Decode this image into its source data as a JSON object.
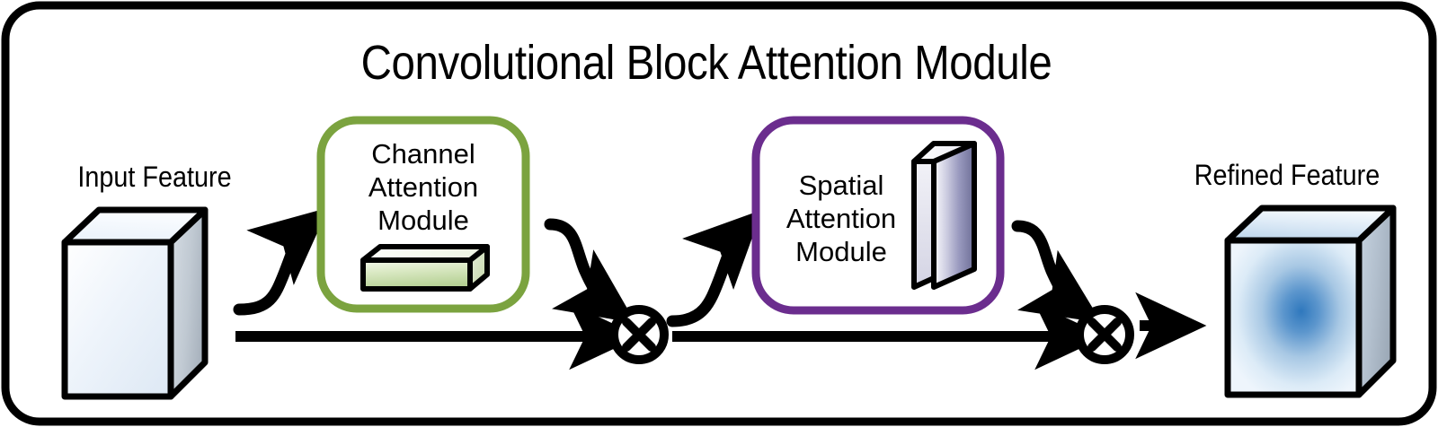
{
  "diagram": {
    "title": "Convolutional Block Attention Module",
    "type": "block-diagram",
    "container": {
      "border_color": "#000000",
      "border_width": 9,
      "corner_radius": 38,
      "fill": "#ffffff"
    },
    "nodes": [
      {
        "id": "input-feature",
        "label": "Input Feature",
        "shape": "cube-3d",
        "fill_description": "light blue-white gradient",
        "colors": {
          "face": "#eef4fb",
          "top": "#f4f8fd",
          "side": "#b9c3cc",
          "outline": "#000000"
        }
      },
      {
        "id": "channel-attention-module",
        "label": "Channel\nAttention\nModule",
        "label_lines": [
          "Channel",
          "Attention",
          "Module"
        ],
        "shape": "rounded-rect",
        "accent_color": "#7ba33f",
        "icon": "channel-vector-3d-bar",
        "icon_colors": {
          "face_start": "#f2f7e9",
          "face_end": "#b9d398",
          "outline": "#000000"
        }
      },
      {
        "id": "spatial-attention-module",
        "label": "Spatial\nAttention\nModule",
        "label_lines": [
          "Spatial",
          "Attention",
          "Module"
        ],
        "shape": "rounded-rect",
        "accent_color": "#6b2d8e",
        "icon": "spatial-map-3d-slab",
        "icon_colors": {
          "face_start": "#f6f6fa",
          "face_mid": "#9a9ac0",
          "face_end": "#6f7099",
          "outline": "#000000"
        }
      },
      {
        "id": "refined-feature",
        "label": "Refined Feature",
        "shape": "cube-3d",
        "fill_description": "blue radial gradient highlight at center",
        "colors": {
          "face_outer": "#dfeaf6",
          "face_center": "#3a7fc0",
          "top": "#d7e5f3",
          "side": "#aebccb",
          "outline": "#000000"
        }
      }
    ],
    "operators": [
      {
        "id": "multiply-1",
        "symbol": "⊗",
        "name": "element-wise-multiplication"
      },
      {
        "id": "multiply-2",
        "symbol": "⊗",
        "name": "element-wise-multiplication"
      }
    ],
    "edges": [
      {
        "from": "input-feature",
        "to": "channel-attention-module",
        "style": "curved-arrow"
      },
      {
        "from": "input-feature",
        "to": "multiply-1",
        "style": "straight-arrow"
      },
      {
        "from": "channel-attention-module",
        "to": "multiply-1",
        "style": "curved-arrow"
      },
      {
        "from": "multiply-1",
        "to": "spatial-attention-module",
        "style": "curved-arrow"
      },
      {
        "from": "multiply-1",
        "to": "multiply-2",
        "style": "straight-arrow"
      },
      {
        "from": "spatial-attention-module",
        "to": "multiply-2",
        "style": "curved-arrow"
      },
      {
        "from": "multiply-2",
        "to": "refined-feature",
        "style": "straight-arrow"
      }
    ]
  }
}
